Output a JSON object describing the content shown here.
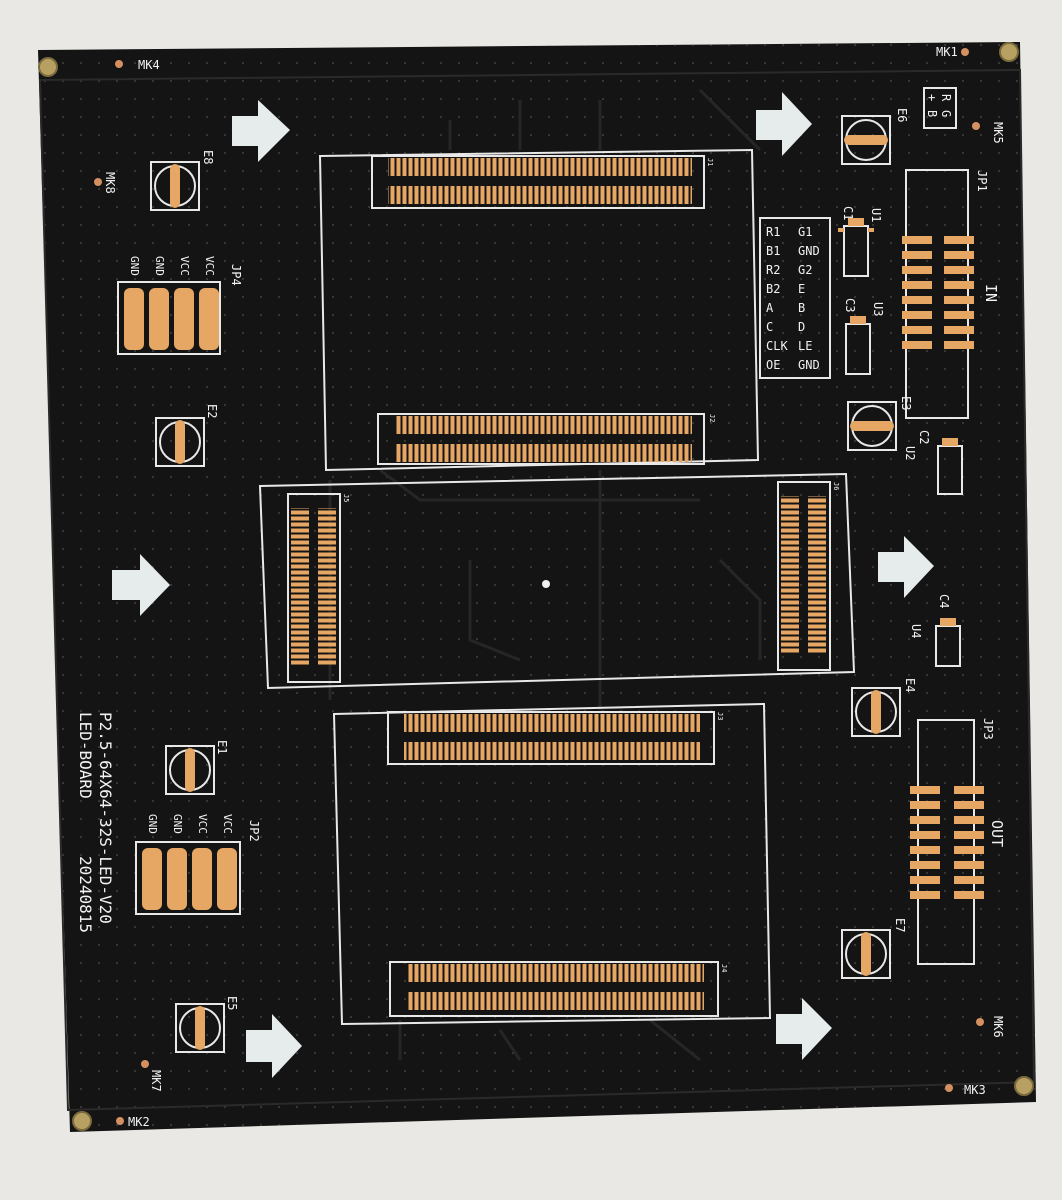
{
  "board": {
    "title_line1": "P2.5-64X64-32S-LED-V20",
    "title_line2": "LED-BOARD",
    "date_code": "20240815"
  },
  "mounting_marks": [
    "MK1",
    "MK2",
    "MK3",
    "MK4",
    "MK5",
    "MK6",
    "MK7",
    "MK8"
  ],
  "capacitors": [
    "E1",
    "E2",
    "E3",
    "E4",
    "E5",
    "E6",
    "E7",
    "E8"
  ],
  "small_caps": [
    "C1",
    "C2",
    "C3",
    "C4"
  ],
  "ics": [
    "U1",
    "U2",
    "U3",
    "U4"
  ],
  "headers": {
    "jp1": "JP1",
    "jp2": "JP2",
    "jp3": "JP3",
    "jp4": "JP4",
    "in_label": "IN",
    "out_label": "OUT"
  },
  "power_pins": [
    "GND",
    "GND",
    "VCC",
    "VCC"
  ],
  "rgb_legend": {
    "r": "R",
    "g": "G",
    "plus": "+",
    "b": "B"
  },
  "hub75_pinout": [
    [
      "R1",
      "G1"
    ],
    [
      "B1",
      "GND"
    ],
    [
      "R2",
      "G2"
    ],
    [
      "B2",
      "E"
    ],
    [
      "A",
      "B"
    ],
    [
      "C",
      "D"
    ],
    [
      "CLK",
      "LE"
    ],
    [
      "OE",
      "GND"
    ]
  ],
  "connector_refs": [
    "J1",
    "J2",
    "J3",
    "J4",
    "J5",
    "J6"
  ],
  "colors": {
    "background": "#e9e8e4",
    "pcb": "#141414",
    "silkscreen": "#f0f0f0",
    "gold_pad": "#e6a664",
    "trace": "#262626"
  }
}
